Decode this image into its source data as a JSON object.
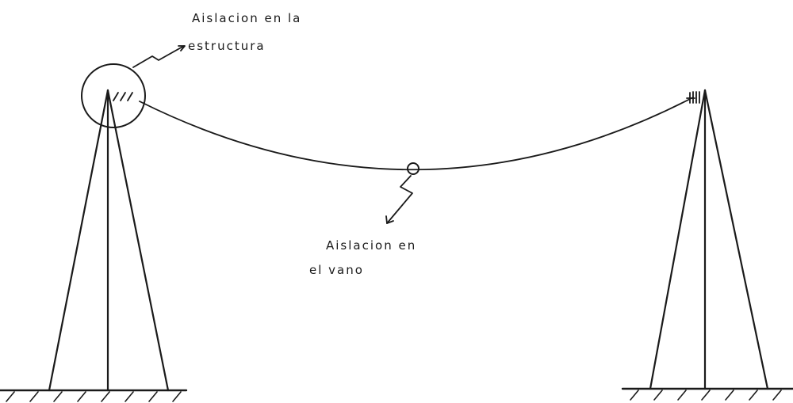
{
  "labels": {
    "structure_insulation": {
      "line1": "Aislacion en la",
      "line2": "estructura"
    },
    "span_insulation": {
      "line1": "Aislacion en",
      "line2": "el vano"
    }
  },
  "colors": {
    "ink": "#1a1a1a",
    "background": "#ffffff"
  }
}
